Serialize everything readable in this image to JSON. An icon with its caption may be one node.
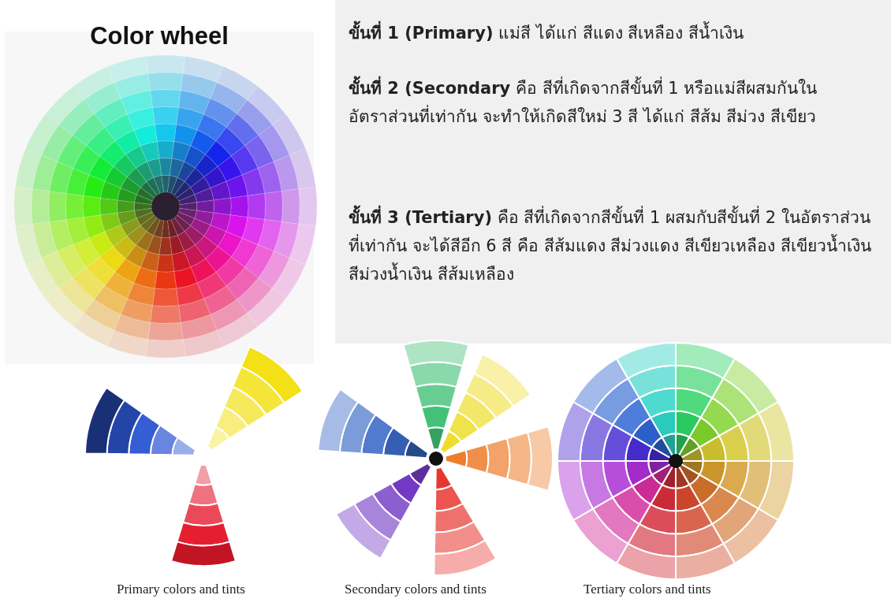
{
  "diagram": {
    "title": "Color wheel",
    "labels": [
      "**ขั้นที่ 1 (Primary)** แม่สี ได้แก่ สีแดง สีเหลือง สีน้ำเงิน",
      "**ขั้นที่ 2 (Secondary** คือ สีที่เกิดจากสีขั้นที่ 1 หรือแม่สีผสมกันในอัตราส่วนที่เท่ากัน จะทำให้เกิดสีใหม่ 3 สี ได้แก่ สีส้ม สีม่วง สีเขียว",
      "**ขั้นที่ 3 (Tertiary)** คือ สีที่เกิดจากสีขั้นที่ 1 ผสมกับสีขั้นที่ 2 ในอัตราส่วนที่เท่ากัน จะได้สีอีก 6 สี คือ สีส้มแดง สีม่วงแดง สีเขียวเหลือง สีเขียวน้ำเงินสีม่วงน้ำเงิน สีส้มเหลือง",
      "Primary colors and tints",
      "Secondary colors and tints",
      "Tertiary colors and tints"
    ]
  }
}
